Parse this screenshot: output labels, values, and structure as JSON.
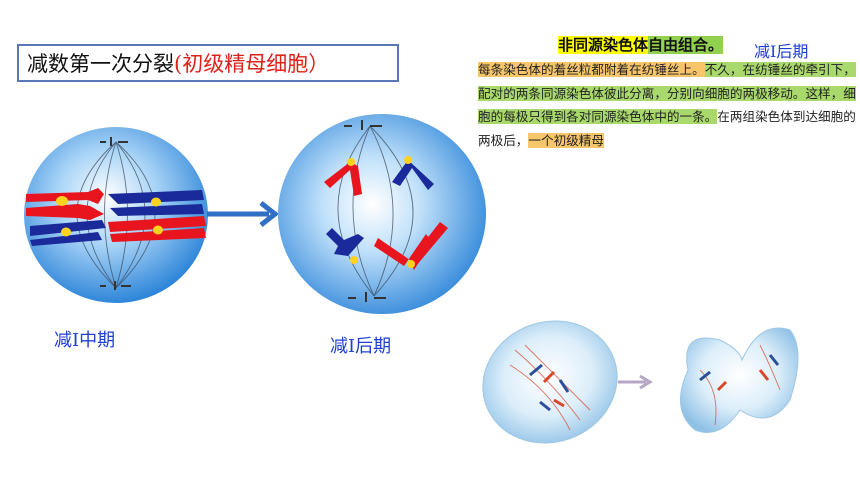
{
  "title": {
    "black": "减数第一次分裂",
    "red": "(初级精母细胞）"
  },
  "cells": {
    "left_label": "减I中期",
    "right_label": "减I后期"
  },
  "text_panel": {
    "heading_part1": "非同源染色体",
    "heading_part2": "自由组合。",
    "stage_label": "减Ⅰ后期",
    "seg1": "每条染色体的着丝粒都附着在纺锤丝上。",
    "seg2": "不久，在纺锤丝的牵引下，配对的两条同源染色体彼此分离，分别向细胞的两极移动。这样，细胞的每极只得到各对同源染色体中的一条。",
    "seg3": "在两组染色体到达细胞的两极后，",
    "seg4": "一个初级精母"
  },
  "colors": {
    "red_chromosome": "#e8141e",
    "blue_chromosome": "#1a2a9a",
    "cell_fill": "#3e9be6",
    "centromere": "#ffd21f"
  }
}
